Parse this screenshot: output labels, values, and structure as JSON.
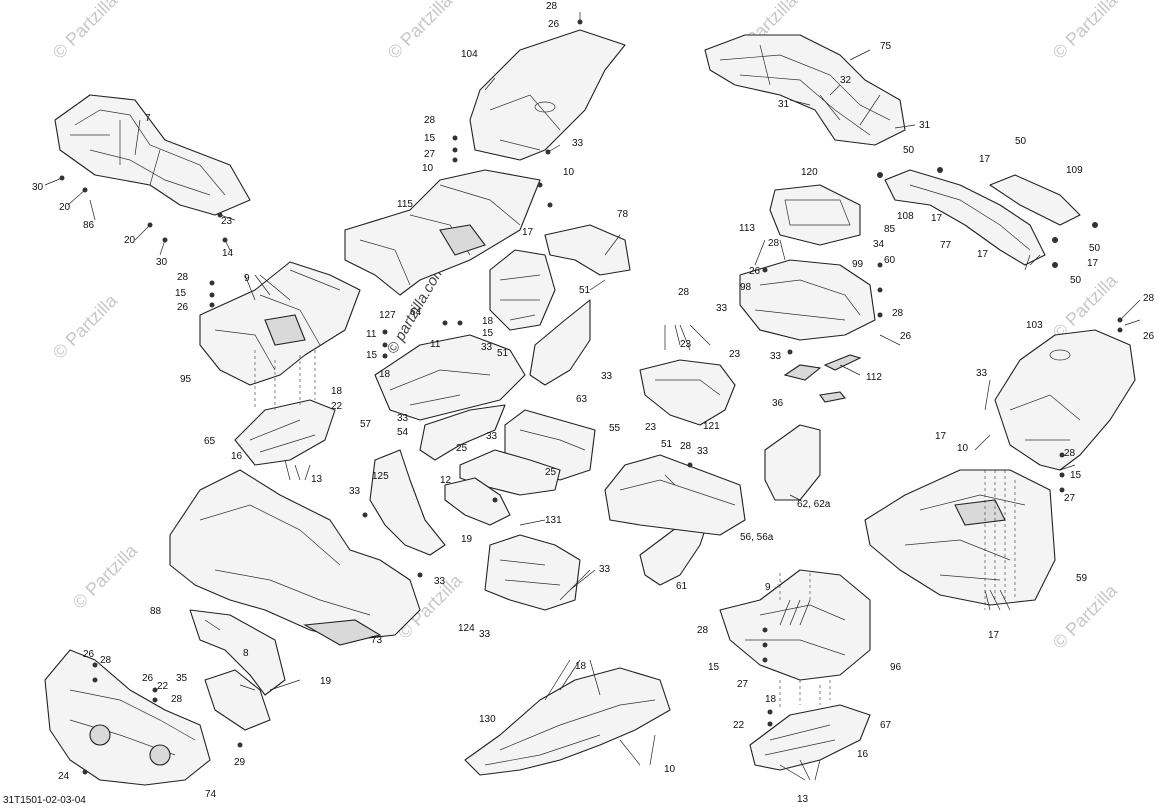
{
  "diagram": {
    "drawing_code": "31T1501-02-03-04",
    "watermark": "© Partzilla",
    "watermark_url": "© partzilla.com"
  },
  "callouts": {
    "c104": "104",
    "c28a": "28",
    "c26a": "26",
    "c33a": "33",
    "c75": "75",
    "c32": "32",
    "c31a": "31",
    "c31b": "31",
    "c7": "7",
    "c30a": "30",
    "c20a": "20",
    "c86": "86",
    "c20b": "20",
    "c30b": "30",
    "c23a": "23",
    "c14": "14",
    "c28b": "28",
    "c15a": "15",
    "c27a": "27",
    "c10a": "10",
    "c10b": "10",
    "c115": "115",
    "c17a": "17",
    "c78": "78",
    "c120": "120",
    "c85": "85",
    "c108": "108",
    "c113": "113",
    "c34": "34",
    "c50a": "50",
    "c50b": "50",
    "c17b": "17",
    "c17c": "17",
    "c109": "109",
    "c77": "77",
    "c50c": "50",
    "c17d": "17",
    "c17e": "17",
    "c50d": "50",
    "c28c": "28",
    "c15b": "15",
    "c26b": "26",
    "c9a": "9",
    "c95": "95",
    "c127": "127",
    "c64": "64",
    "c18a": "18",
    "c15c": "15",
    "c11a": "11",
    "c11b": "11",
    "c15d": "15",
    "c18b": "18",
    "c33b": "33",
    "c51a": "51",
    "c51b": "51",
    "c63": "63",
    "c57": "57",
    "c33c": "33",
    "c28d": "28",
    "c23b": "23",
    "c23c": "23",
    "c33d": "33",
    "c28e": "28",
    "c26c": "26",
    "c99": "99",
    "c60": "60",
    "c98": "98",
    "c33e": "33",
    "c28f": "28",
    "c26d": "26",
    "c33f": "33",
    "c112": "112",
    "c36": "36",
    "c103": "103",
    "c28g": "28",
    "c26e": "26",
    "c18c": "18",
    "c22a": "22",
    "c65": "65",
    "c16a": "16",
    "c13a": "13",
    "c54": "54",
    "c25a": "25",
    "c33g": "33",
    "c55": "55",
    "c25b": "25",
    "c23d": "23",
    "c28h": "28",
    "c121": "121",
    "c51c": "51",
    "c33h": "33",
    "c12": "12",
    "c125": "125",
    "c33i": "33",
    "c19a": "19",
    "c131": "131",
    "c62": "62, 62a",
    "c56": "56, 56a",
    "c33j": "33",
    "c17f": "17",
    "c10c": "10",
    "c28i": "28",
    "c15e": "15",
    "c27b": "27",
    "c59": "59",
    "c33k": "33",
    "c61": "61",
    "c33l": "33",
    "c124": "124",
    "c33m": "33",
    "c73": "73",
    "c88": "88",
    "c9b": "9",
    "c28j": "28",
    "c15f": "15",
    "c27c": "27",
    "c96": "96",
    "c17g": "17",
    "c26f": "26",
    "c28k": "28",
    "c8": "8",
    "c35": "35",
    "c26g": "26",
    "c22b": "22",
    "c28l": "28",
    "c19b": "19",
    "c29": "29",
    "c18d": "18",
    "c22c": "22",
    "c67": "67",
    "c16b": "16",
    "c13b": "13",
    "c130": "130",
    "c10d": "10",
    "c74": "74",
    "c24": "24",
    "c18e": "18"
  }
}
